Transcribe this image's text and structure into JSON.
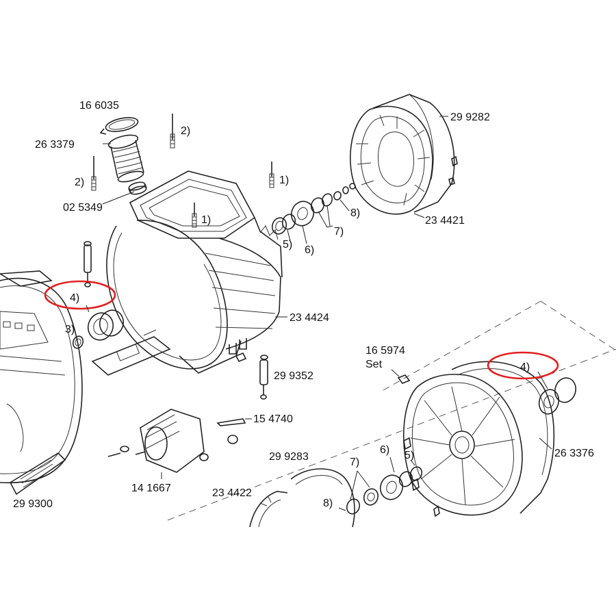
{
  "highlight_color": "#e02020",
  "line_color": "#222222",
  "labels": {
    "l_166035": "16 6035",
    "l_263379": "26 3379",
    "l_025349": "02 5349",
    "l_2a": "2)",
    "l_2b": "2)",
    "l_1a": "1)",
    "l_1b": "1)",
    "l_4a": "4)",
    "l_3": "3)",
    "l_234424": "23 4424",
    "l_5a": "5)",
    "l_6a": "6)",
    "l_7a": "7)",
    "l_8a": "8)",
    "l_299282": "29 9282",
    "l_234421": "23 4421",
    "l_299352": "29 9352",
    "l_154740": "15 4740",
    "l_141667": "14 1667",
    "l_299300": "29 9300",
    "l_299283": "29 9283",
    "l_234422": "23 4422",
    "l_165974": "16 5974",
    "l_set": "Set",
    "l_4b": "4)",
    "l_263376": "26 3376",
    "l_7b": "7)",
    "l_6b": "6)",
    "l_5b": "5)",
    "l_8b": "8)"
  }
}
